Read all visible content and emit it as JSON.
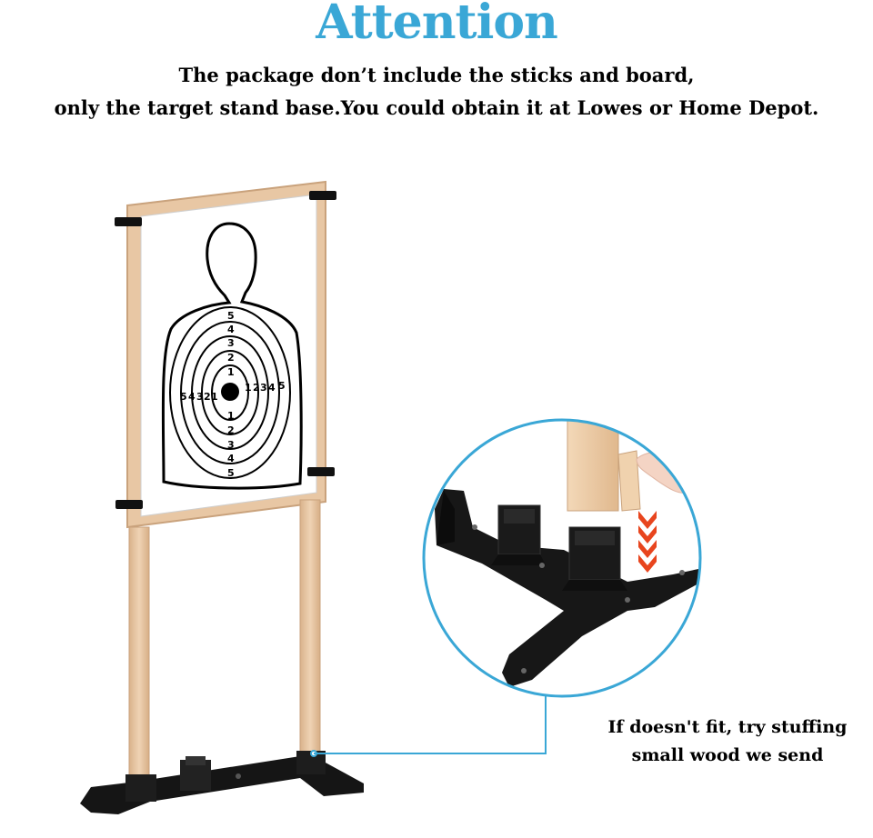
{
  "heading": "Attention",
  "notice": {
    "line1": "The package don’t include the sticks and board,",
    "line2": "only the target stand base.You could obtain it at Lowes or Home Depot."
  },
  "callout": {
    "line1": "If doesn't fit, try stuffing",
    "line2": "small wood we send"
  },
  "colors": {
    "heading": "#3aa7d6",
    "callout_line": "#3aa7d6",
    "wood": "#e7c6a3",
    "plastic": "#151515",
    "arrow": "#e8451e"
  },
  "target": {
    "ring_numbers": [
      "1",
      "2",
      "3",
      "4",
      "5"
    ]
  }
}
